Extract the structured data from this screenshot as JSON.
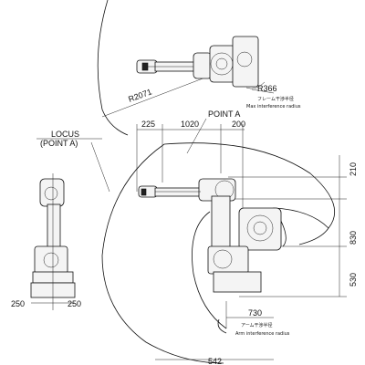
{
  "labels": {
    "top_radius": "R2071",
    "locus_title": "LOCUS",
    "locus_sub": "(POINT A)",
    "point_a": "POINT A",
    "frame_radius": "R366",
    "frame_interference_jp": "フレーム干渉半径",
    "frame_interference_en": "Max interference radius",
    "arm_interference_jp": "アーム干渉半径",
    "arm_interference_en": "Arm interference radius"
  },
  "dimensions": {
    "d225": "225",
    "d1020": "1020",
    "d200": "200",
    "d210": "210",
    "d830": "830",
    "d530": "530",
    "d730": "730",
    "d542": "542",
    "left250a": "250",
    "left250b": "250"
  }
}
